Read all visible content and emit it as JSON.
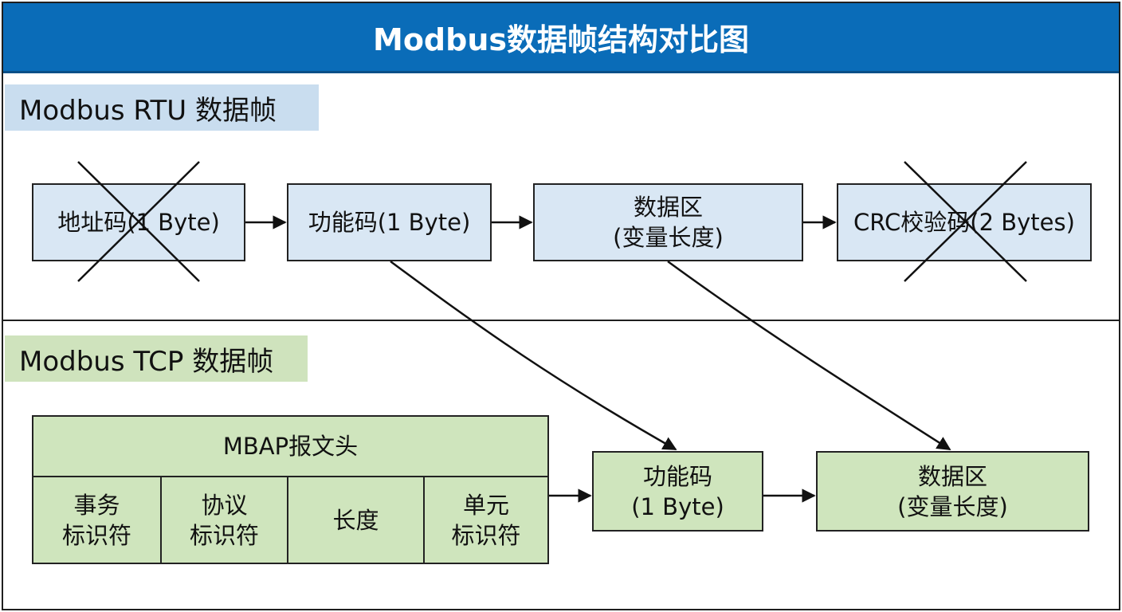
{
  "title": "Modbus数据帧结构对比图",
  "rtu": {
    "label": "Modbus RTU 数据帧",
    "address": "地址码(1 Byte)",
    "function": "功能码(1 Byte)",
    "data_line1": "数据区",
    "data_line2": "(变量长度)",
    "crc": "CRC校验码(2 Bytes)"
  },
  "tcp": {
    "label": "Modbus TCP 数据帧",
    "mbap_header": "MBAP报文头",
    "transaction_line1": "事务",
    "transaction_line2": "标识符",
    "protocol_line1": "协议",
    "protocol_line2": "标识符",
    "length": "长度",
    "unit_line1": "单元",
    "unit_line2": "标识符",
    "function_line1": "功能码",
    "function_line2": "(1 Byte)",
    "data_line1": "数据区",
    "data_line2": "(变量长度)"
  },
  "colors": {
    "title_bg": "#0a6cb8",
    "rtu_box": "#d9e7f4",
    "tcp_box": "#cfe5bd",
    "rtu_label_bg": "#c9ddef",
    "tcp_label_bg": "#cfe3bd"
  }
}
